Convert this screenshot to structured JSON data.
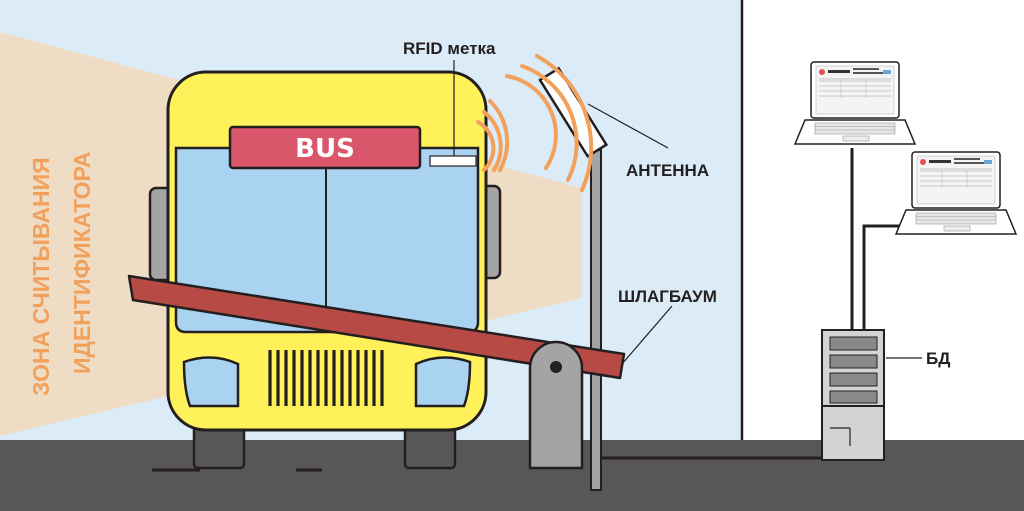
{
  "colors": {
    "sky": "#dcebf8",
    "zone": "#efdcc4",
    "zone_text": "#f2a15c",
    "ground": "#595657",
    "bus_body": "#fff15a",
    "bus_glass": "#a9d3f0",
    "bus_sign": "#d9566b",
    "barrier_arm": "#b74a45",
    "barrier_post": "#a5a4a4",
    "wave": "#f2a15c",
    "outline": "#231f20",
    "server": "#d4d3d3",
    "room": "#ffffff"
  },
  "labels": {
    "zone_line1": "ЗОНА СЧИТЫВАНИЯ",
    "zone_line2": "ИДЕНТИФИКАТОРА",
    "rfid_tag": "RFID метка",
    "antenna": "АНТЕННА",
    "barrier": "ШЛАГБАУМ",
    "database": "БД",
    "bus_sign": "BUS"
  },
  "icons": {
    "vehicle": "bus-icon",
    "laptop": "laptop-icon",
    "server": "server-icon",
    "signal": "radio-wave-icon"
  }
}
